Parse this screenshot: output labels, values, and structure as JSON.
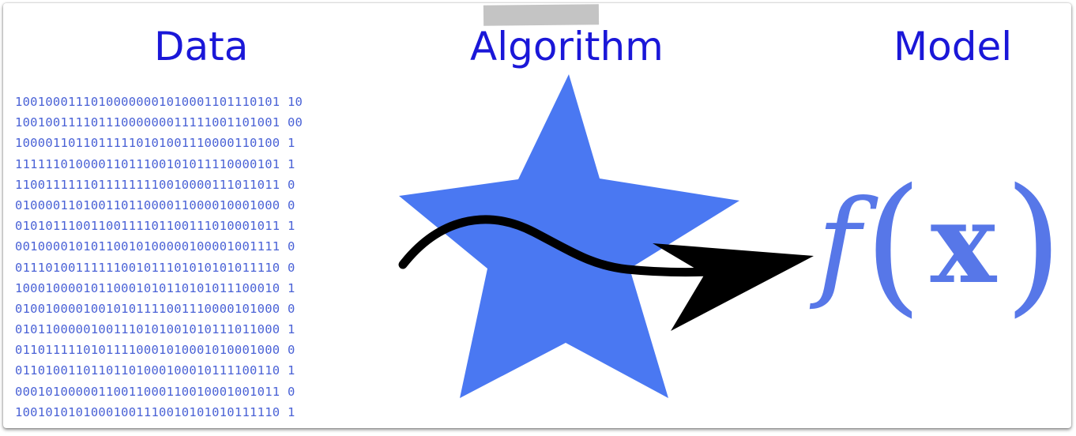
{
  "headings": {
    "data": "Data",
    "algorithm": "Algorithm",
    "model": "Model"
  },
  "binary_lines": [
    "10010001110100000001010001101110101 10",
    "10010011110111000000011111001101001 00",
    "10000110110111110101001110000110100 1",
    "11111101000011011100101011110000101 1",
    "11001111110111111110010000111011011 0",
    "01000011010011011000011000010001000 0",
    "01010111001100111101100111010001011 1",
    "00100001010110010100000100001001111 0",
    "01110100111111001011101010101011110 0",
    "10001000010110001010110101011100010 1",
    "01001000010010101111001110000101000 0",
    "01011000001001110101001010111011000 1",
    "01101111101011110001010001010001000 0",
    "01101001101101101000100010111100110 1",
    "00010100000110011000110010001001011 0",
    "10010101010001001110010101010111110 1"
  ],
  "formula": {
    "function": "f",
    "open_paren": "(",
    "variable": "x",
    "close_paren": ")"
  },
  "icons": {
    "star": "star-icon",
    "arrow": "arrow-icon",
    "tape": "tape-strip"
  },
  "colors": {
    "heading": "#1a17d8",
    "binary_text": "#4a62d6",
    "star_fill": "#4a78f2",
    "formula": "#5777e8",
    "arrow": "#000000",
    "tape": "#c4c4c4"
  }
}
